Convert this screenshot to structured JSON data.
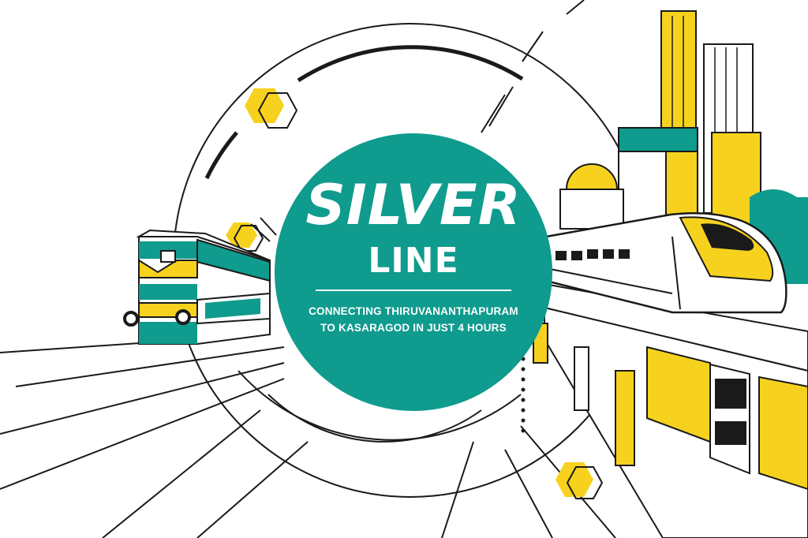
{
  "poster": {
    "title_line1": "SILVER",
    "title_line2": "LINE",
    "tagline_line1": "CONNECTING THIRUVANANTHAPURAM",
    "tagline_line2": "TO KASARAGOD IN JUST 4 HOURS"
  },
  "colors": {
    "teal": "#0f9b8e",
    "yellow": "#f6d21e",
    "ink": "#1a1a1a",
    "paper": "#ffffff"
  },
  "illustrations": [
    "diesel-locomotive-illustration",
    "high-speed-train-illustration",
    "city-skyline-illustration",
    "hexagon-icon"
  ]
}
